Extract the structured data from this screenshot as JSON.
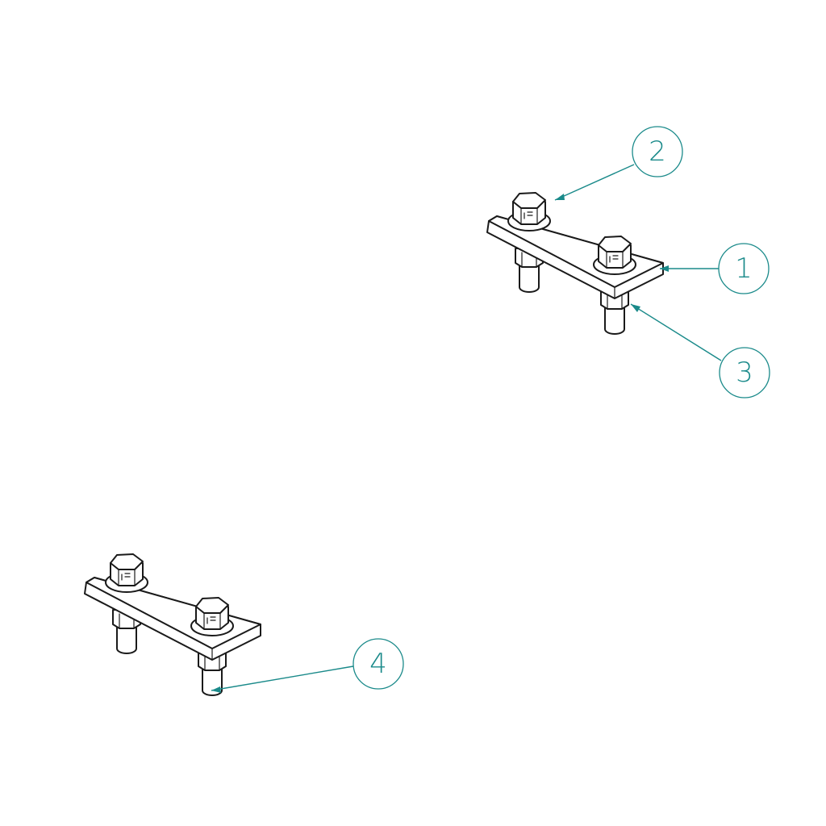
{
  "colors": {
    "callout": "#1a8a8a",
    "part_edge": "#1a1a1a",
    "background": "#ffffff"
  },
  "assemblies": [
    {
      "id": "upper-clamp-assembly"
    },
    {
      "id": "lower-clamp-assembly"
    }
  ],
  "callouts": [
    {
      "number": "1",
      "target": "clamp-plate"
    },
    {
      "number": "2",
      "target": "hex-bolt-head"
    },
    {
      "number": "3",
      "target": "nut"
    },
    {
      "number": "4",
      "target": "bolt-end"
    }
  ]
}
